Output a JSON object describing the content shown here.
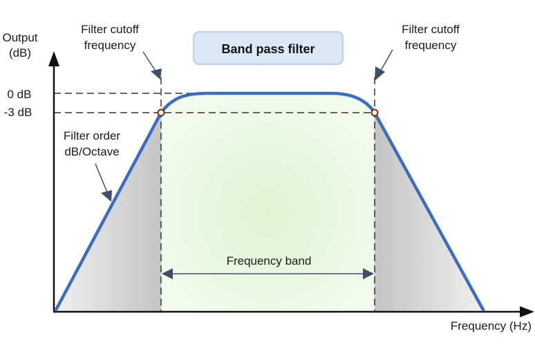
{
  "title": "Band pass filter",
  "axes": {
    "y_label_line1": "Output",
    "y_label_line2": "(dB)",
    "x_label": "Frequency (Hz)",
    "y_ticks": [
      "0 dB",
      "-3 dB"
    ]
  },
  "annotations": {
    "left_cutoff_line1": "Filter cutoff",
    "left_cutoff_line2": "frequency",
    "right_cutoff_line1": "Filter cutoff",
    "right_cutoff_line2": "frequency",
    "order_line1": "Filter order",
    "order_line2": "dB/Octave",
    "band": "Frequency band"
  },
  "colors": {
    "curve": "#3a6cc4",
    "title_box_fill": "#dce8f5",
    "title_box_stroke": "#9dbbe0",
    "passband_fill": "#e3f5d9",
    "rolloff_fill": "#c8c8c8",
    "arrow": "#3d4e66",
    "marker": "#8b2500"
  }
}
